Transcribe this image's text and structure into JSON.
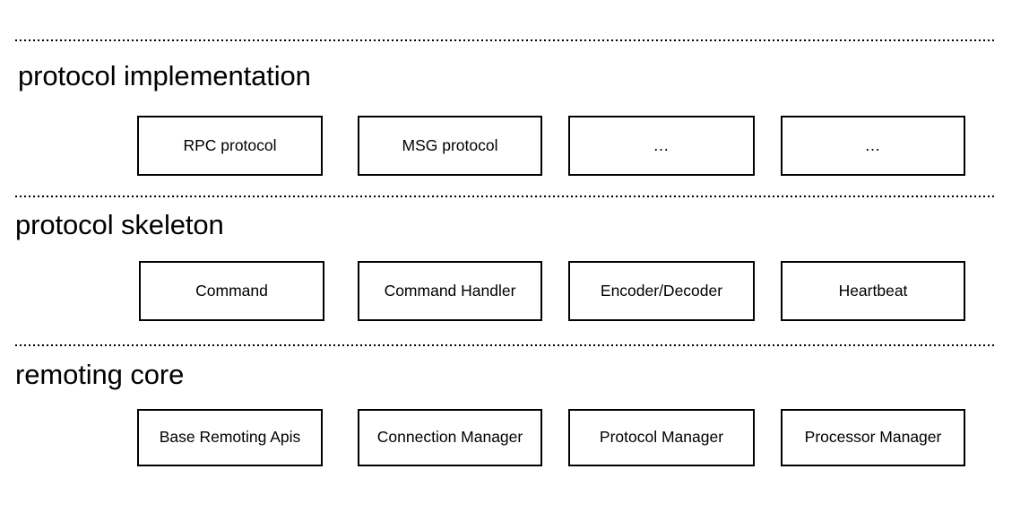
{
  "diagram": {
    "type": "layered-architecture",
    "background_color": "#ffffff",
    "line_color": "#000000",
    "sections": [
      {
        "id": "protocol-implementation",
        "title": "protocol implementation",
        "boxes": [
          {
            "label": "RPC protocol"
          },
          {
            "label": "MSG protocol"
          },
          {
            "label": "…"
          },
          {
            "label": "…"
          }
        ]
      },
      {
        "id": "protocol-skeleton",
        "title": "protocol skeleton",
        "boxes": [
          {
            "label": "Command"
          },
          {
            "label": "Command Handler"
          },
          {
            "label": "Encoder/Decoder"
          },
          {
            "label": "Heartbeat"
          }
        ]
      },
      {
        "id": "remoting-core",
        "title": "remoting core",
        "boxes": [
          {
            "label": "Base Remoting Apis"
          },
          {
            "label": "Connection Manager"
          },
          {
            "label": "Protocol Manager"
          },
          {
            "label": "Processor Manager"
          }
        ]
      }
    ]
  }
}
